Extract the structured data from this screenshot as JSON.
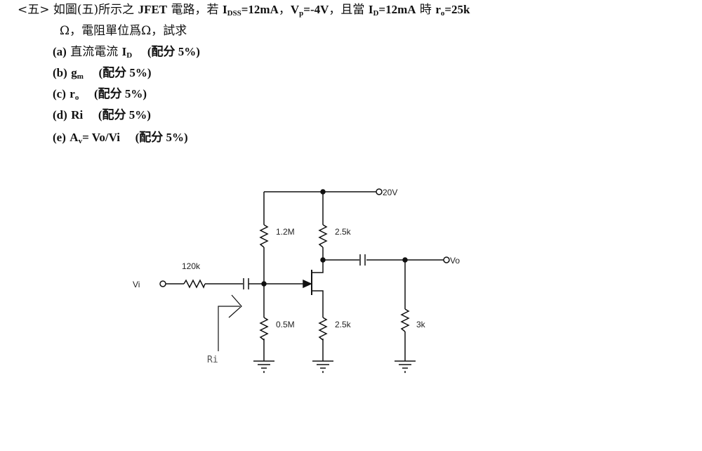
{
  "question": {
    "line1": {
      "prefix": "<五> 如圖(五)所示之 ",
      "jfet": "JFET",
      "mid1": " 電路，若 ",
      "idss_I": "I",
      "idss_sub": "DSS",
      "idss_val": "=12mA",
      "sep1": "，",
      "vp_V": "V",
      "vp_sub": "p",
      "vp_val": "=-4V",
      "mid2": "，且當 ",
      "id_I": "I",
      "id_sub": "D",
      "id_val": "=12mA",
      "mid3": " 時 ",
      "ro_r": "r",
      "ro_sub": "o",
      "ro_val": "=25k"
    },
    "line2": "Ω，電阻單位爲Ω，試求",
    "parts": [
      {
        "label": "(a)",
        "text": " 直流電流 ",
        "sym": "I",
        "sub": "D",
        "score": "(配分 5%)"
      },
      {
        "label": "(b)",
        "text": " ",
        "sym": "g",
        "sub": "m",
        "score": "(配分 5%)"
      },
      {
        "label": "(c)",
        "text": " ",
        "sym": "r",
        "sub": "o",
        "score": "(配分 5%)"
      },
      {
        "label": "(d)",
        "text": " ",
        "sym": "Ri",
        "sub": "",
        "score": "(配分 5%)"
      },
      {
        "label": "(e)",
        "text": " ",
        "sym": "A",
        "sub": "v",
        "rest": "= Vo/Vi",
        "score": "(配分 5%)"
      }
    ]
  },
  "circuit": {
    "supply": "20V",
    "r_gate_top": "1.2M",
    "r_gate_bottom": "0.5M",
    "r_source_input": "120k",
    "r_drain": "2.5k",
    "r_source": "2.5k",
    "r_load": "3k",
    "input": "Vi",
    "output": "Vo",
    "input_resistance": "Ri"
  }
}
